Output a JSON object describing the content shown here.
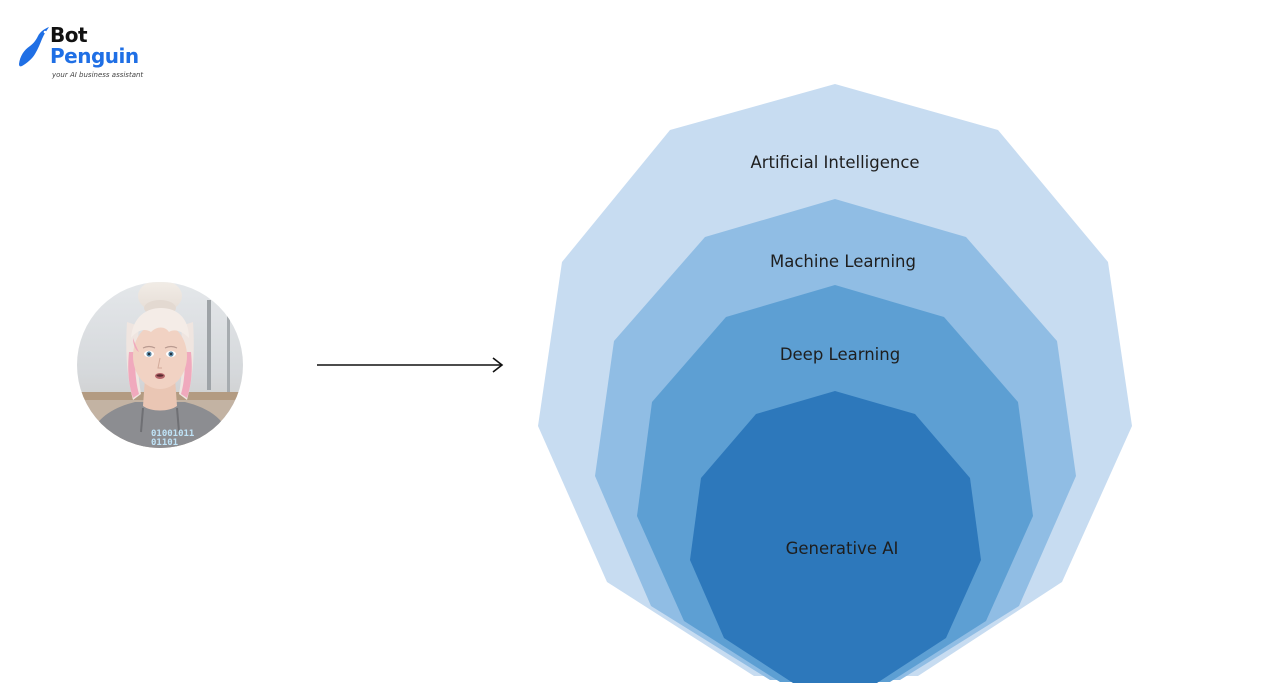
{
  "logo": {
    "word1": "Bot",
    "word2": "Penguin",
    "tagline": "your AI business assistant",
    "colors": {
      "word1": "#111111",
      "word2": "#1f6fe5",
      "mark": "#1f6fe5"
    }
  },
  "avatar": {
    "shirt_text_line1": "01001011",
    "shirt_text_line2": "01101"
  },
  "arrow": {
    "icon": "right-arrow-icon"
  },
  "layers": [
    {
      "label": "Artificial Intelligence",
      "color": "#c7dcf1"
    },
    {
      "label": "Machine Learning",
      "color": "#90bde4"
    },
    {
      "label": "Deep Learning",
      "color": "#5d9fd3"
    },
    {
      "label": "Generative AI",
      "color": "#2d78bb"
    }
  ]
}
